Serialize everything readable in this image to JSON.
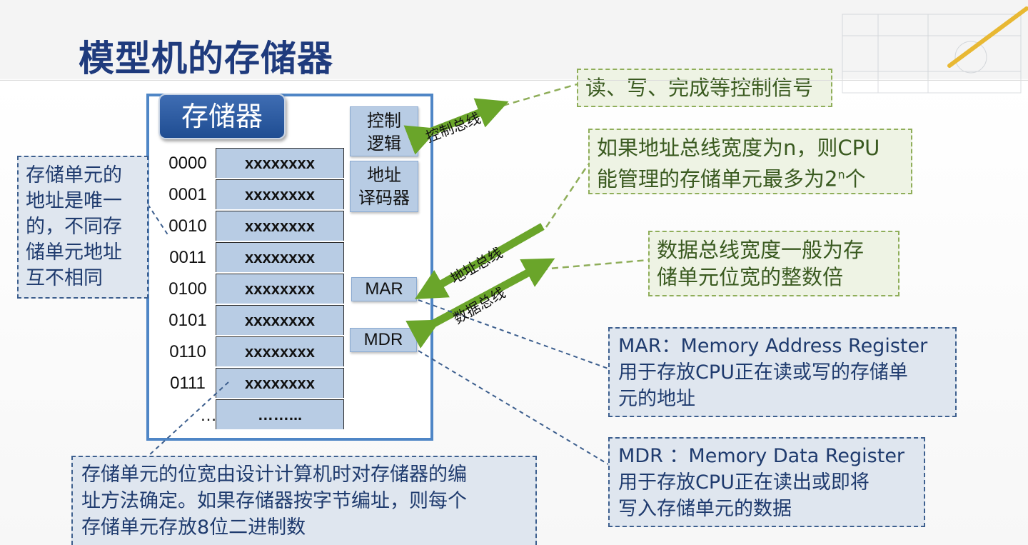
{
  "title": "模型机的存储器",
  "memory": {
    "badge": "存储器",
    "addresses": [
      "0000",
      "0001",
      "0010",
      "0011",
      "0100",
      "0101",
      "0110",
      "0111",
      "…"
    ],
    "cells": [
      "xxxxxxxx",
      "xxxxxxxx",
      "xxxxxxxx",
      "xxxxxxxx",
      "xxxxxxxx",
      "xxxxxxxx",
      "xxxxxxxx",
      "xxxxxxxx",
      "……..."
    ],
    "control_logic": "控制\n逻辑",
    "control_logic_l1": "控制",
    "control_logic_l2": "逻辑",
    "address_decoder_l1": "地址",
    "address_decoder_l2": "译码器",
    "mar": "MAR",
    "mdr": "MDR"
  },
  "buses": {
    "control": "控制总线",
    "address": "地址总线",
    "data": "数据总线"
  },
  "notes": {
    "control_signals": "读、写、完成等控制信号",
    "address_width_l1": "如果地址总线宽度为n，则CPU",
    "address_width_l2_pre": "能管理的存储单元最多为2",
    "address_width_sup": "n",
    "address_width_l2_post": "个",
    "data_width_l1": "数据总线宽度一般为存",
    "data_width_l2": "储单元位宽的整数倍",
    "unique_address": [
      "存储单元的",
      "地址是唯一",
      "的，不同存",
      "储单元地址",
      "互不相同"
    ],
    "mar_desc": [
      "MAR：Memory Address Register",
      "用于存放CPU正在读或写的存储单",
      "元的地址"
    ],
    "mdr_desc": [
      "MDR ：Memory Data Register",
      "用于存放CPU正在读出或即将",
      "写入存储单元的数据"
    ],
    "cell_width": [
      "存储单元的位宽由设计计算机时对存储器的编",
      "址方法确定。如果存储器按字节编址，则每个",
      "存储单元存放8位二进制数"
    ]
  },
  "colors": {
    "title": "#1f3b7d",
    "frame": "#4f86c6",
    "cell": "#b8cce4",
    "arrow": "#6aa52a",
    "green_note_border": "#8fae5a",
    "blue_note_border": "#3d5f8e"
  }
}
